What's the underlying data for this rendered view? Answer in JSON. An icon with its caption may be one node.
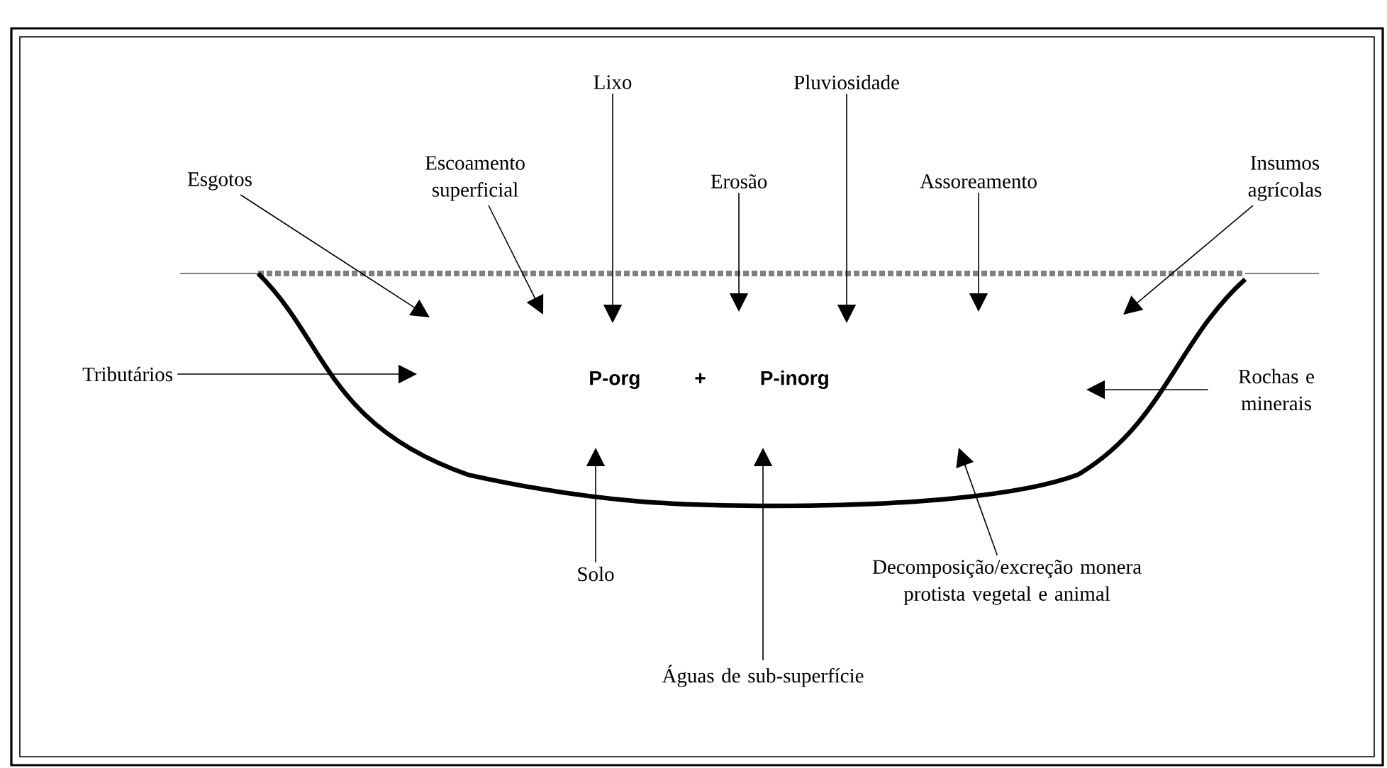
{
  "diagram": {
    "nodes": [
      {
        "text": [
          "Lixo"
        ]
      },
      {
        "text": [
          "Pluviosidade"
        ]
      },
      {
        "text": [
          "Esgotos"
        ]
      },
      {
        "text": [
          "Escoamento superficial"
        ]
      },
      {
        "text": [
          "Erosão"
        ]
      },
      {
        "text": [
          "Assoreamento"
        ]
      },
      {
        "text": [
          "Insumos agrícolas"
        ]
      },
      {
        "text": [
          "Tributários"
        ]
      },
      {
        "text": [
          "Rochas e minerais"
        ]
      },
      {
        "text": [
          "Solo"
        ]
      },
      {
        "text": [
          "Águas de sub-superfície"
        ]
      },
      {
        "text": [
          "Decomposição/excreção monera protista vegetal e animal"
        ]
      },
      {
        "text": [
          "P-org",
          "+",
          "P-inorg"
        ]
      }
    ],
    "edges": [
      {
        "from": 0,
        "to": null,
        "arrow": "to"
      },
      {
        "from": 1,
        "to": null,
        "arrow": "to"
      },
      {
        "from": 2,
        "to": null,
        "arrow": "to"
      },
      {
        "from": 3,
        "to": null,
        "arrow": "to"
      },
      {
        "from": 4,
        "to": null,
        "arrow": "to"
      },
      {
        "from": 5,
        "to": null,
        "arrow": "to"
      },
      {
        "from": 6,
        "to": null,
        "arrow": "to"
      },
      {
        "from": 7,
        "to": null,
        "arrow": "to"
      },
      {
        "from": 8,
        "to": null,
        "arrow": "to"
      },
      {
        "from": 9,
        "to": null,
        "arrow": "to"
      },
      {
        "from": 10,
        "to": null,
        "arrow": "to"
      },
      {
        "from": 11,
        "to": null,
        "arrow": "to"
      }
    ]
  }
}
